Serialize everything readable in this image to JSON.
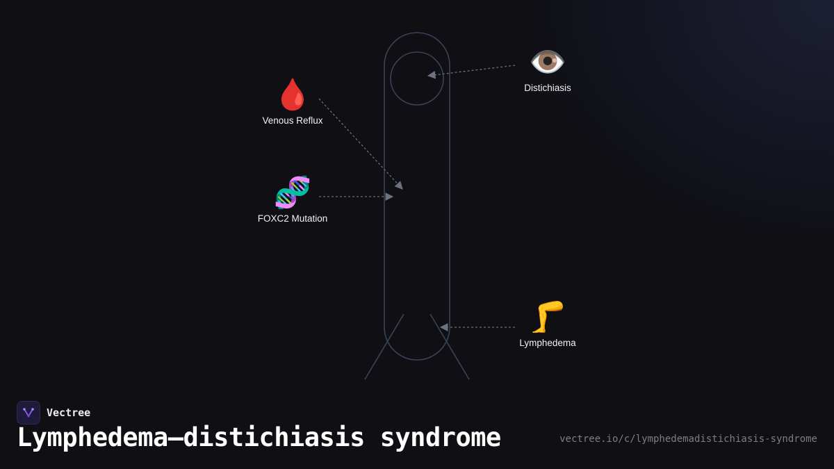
{
  "diagram": {
    "nodes": [
      {
        "id": "venous-reflux",
        "label": "Venous Reflux",
        "icon": "drop-of-blood-icon",
        "emoji": "🩸"
      },
      {
        "id": "foxc2-mutation",
        "label": "FOXC2 Mutation",
        "icon": "dna-icon",
        "emoji": "🧬"
      },
      {
        "id": "distichiasis",
        "label": "Distichiasis",
        "icon": "eye-icon",
        "emoji": "👁️"
      },
      {
        "id": "lymphedema",
        "label": "Lymphedema",
        "icon": "leg-icon",
        "emoji": "🦵"
      }
    ],
    "figure": "human-body-outline"
  },
  "brand": {
    "name": "Vectree",
    "logo_icon": "vectree-logo-icon",
    "accent": "#8b5cf6"
  },
  "footer": {
    "title": "Lymphedema–distichiasis syndrome",
    "url": "vectree.io/c/lymphedemadistichiasis-syndrome"
  },
  "colors": {
    "background": "#0f0f14",
    "outline": "#3a4456",
    "arrow": "#6b7280"
  }
}
